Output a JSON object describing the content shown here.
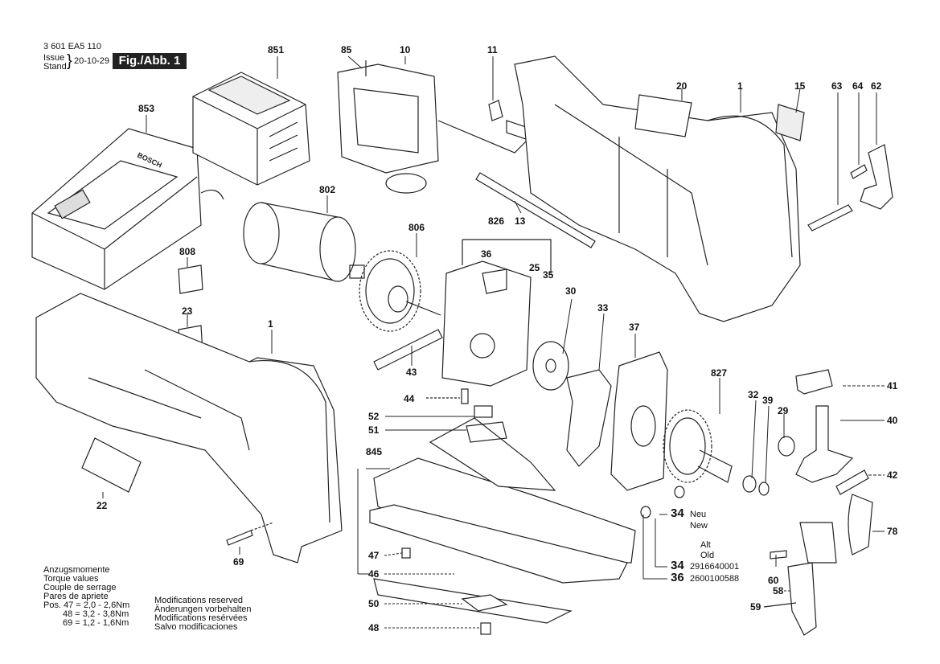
{
  "header": {
    "model": "3 601 EA5 110",
    "issue_label": "Issue",
    "stand_label": "Stand",
    "date": "20-10-29",
    "figure": "Fig./Abb. 1"
  },
  "callouts": [
    {
      "id": "c851",
      "label": "851"
    },
    {
      "id": "c85",
      "label": "85"
    },
    {
      "id": "c10",
      "label": "10"
    },
    {
      "id": "c11",
      "label": "11"
    },
    {
      "id": "c20",
      "label": "20"
    },
    {
      "id": "c1a",
      "label": "1"
    },
    {
      "id": "c15",
      "label": "15"
    },
    {
      "id": "c63",
      "label": "63"
    },
    {
      "id": "c64",
      "label": "64"
    },
    {
      "id": "c62",
      "label": "62"
    },
    {
      "id": "c853",
      "label": "853"
    },
    {
      "id": "c802",
      "label": "802"
    },
    {
      "id": "c13",
      "label": "13"
    },
    {
      "id": "c826",
      "label": "826"
    },
    {
      "id": "c806",
      "label": "806"
    },
    {
      "id": "c808",
      "label": "808"
    },
    {
      "id": "c36a",
      "label": "36"
    },
    {
      "id": "c25",
      "label": "25"
    },
    {
      "id": "c35",
      "label": "35"
    },
    {
      "id": "c30",
      "label": "30"
    },
    {
      "id": "c23",
      "label": "23"
    },
    {
      "id": "c33",
      "label": "33"
    },
    {
      "id": "c1b",
      "label": "1"
    },
    {
      "id": "c37",
      "label": "37"
    },
    {
      "id": "c43",
      "label": "43"
    },
    {
      "id": "c827",
      "label": "827"
    },
    {
      "id": "c41",
      "label": "41"
    },
    {
      "id": "c44",
      "label": "44"
    },
    {
      "id": "c32",
      "label": "32"
    },
    {
      "id": "c39",
      "label": "39"
    },
    {
      "id": "c29",
      "label": "29"
    },
    {
      "id": "c40",
      "label": "40"
    },
    {
      "id": "c52",
      "label": "52"
    },
    {
      "id": "c51",
      "label": "51"
    },
    {
      "id": "c845",
      "label": "845"
    },
    {
      "id": "c42",
      "label": "42"
    },
    {
      "id": "c22",
      "label": "22"
    },
    {
      "id": "c78",
      "label": "78"
    },
    {
      "id": "c69",
      "label": "69"
    },
    {
      "id": "c47",
      "label": "47"
    },
    {
      "id": "c46",
      "label": "46"
    },
    {
      "id": "c60",
      "label": "60"
    },
    {
      "id": "c58",
      "label": "58"
    },
    {
      "id": "c50",
      "label": "50"
    },
    {
      "id": "c59",
      "label": "59"
    },
    {
      "id": "c48",
      "label": "48"
    }
  ],
  "part34_new": {
    "num": "34",
    "neu": "Neu",
    "new": "New"
  },
  "old_parts": {
    "alt": "Alt",
    "old": "Old",
    "rows": [
      {
        "num": "34",
        "code": "2916640001"
      },
      {
        "num": "36",
        "code": "2600100588"
      }
    ]
  },
  "torque": {
    "lines": [
      "Anzugsmomente",
      "Torque values",
      "Couple de serrage",
      "Pares de apriete"
    ],
    "values": [
      "Pos. 47 = 2,0 - 2,6Nm",
      "48 = 3,2 - 3,8Nm",
      "69 = 1,2 - 1,6Nm"
    ]
  },
  "modifications": [
    "Modifications reserved",
    "Änderungen vorbehalten",
    "Modifications resérvées",
    "Salvo modificaciones"
  ],
  "charger_brand": "BOSCH"
}
